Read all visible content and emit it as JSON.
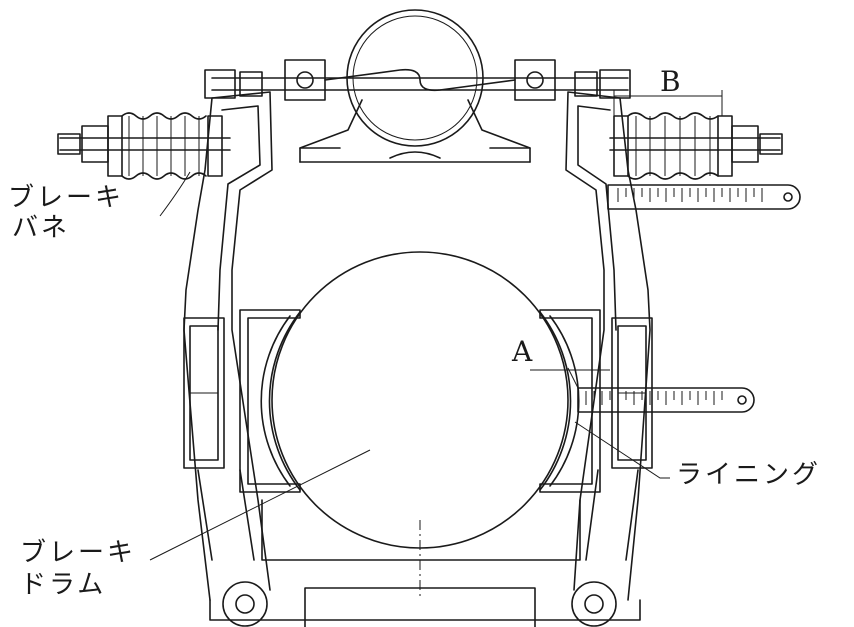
{
  "labels": {
    "brake_spring_line1": "ブレーキ",
    "brake_spring_line2": "バネ",
    "lining": "ライニング",
    "brake_drum_line1": "ブレーキ",
    "brake_drum_line2": "ドラム",
    "dim_a": "A",
    "dim_b": "B"
  },
  "colors": {
    "ink": "#1a1a1a",
    "paper": "#ffffff"
  }
}
